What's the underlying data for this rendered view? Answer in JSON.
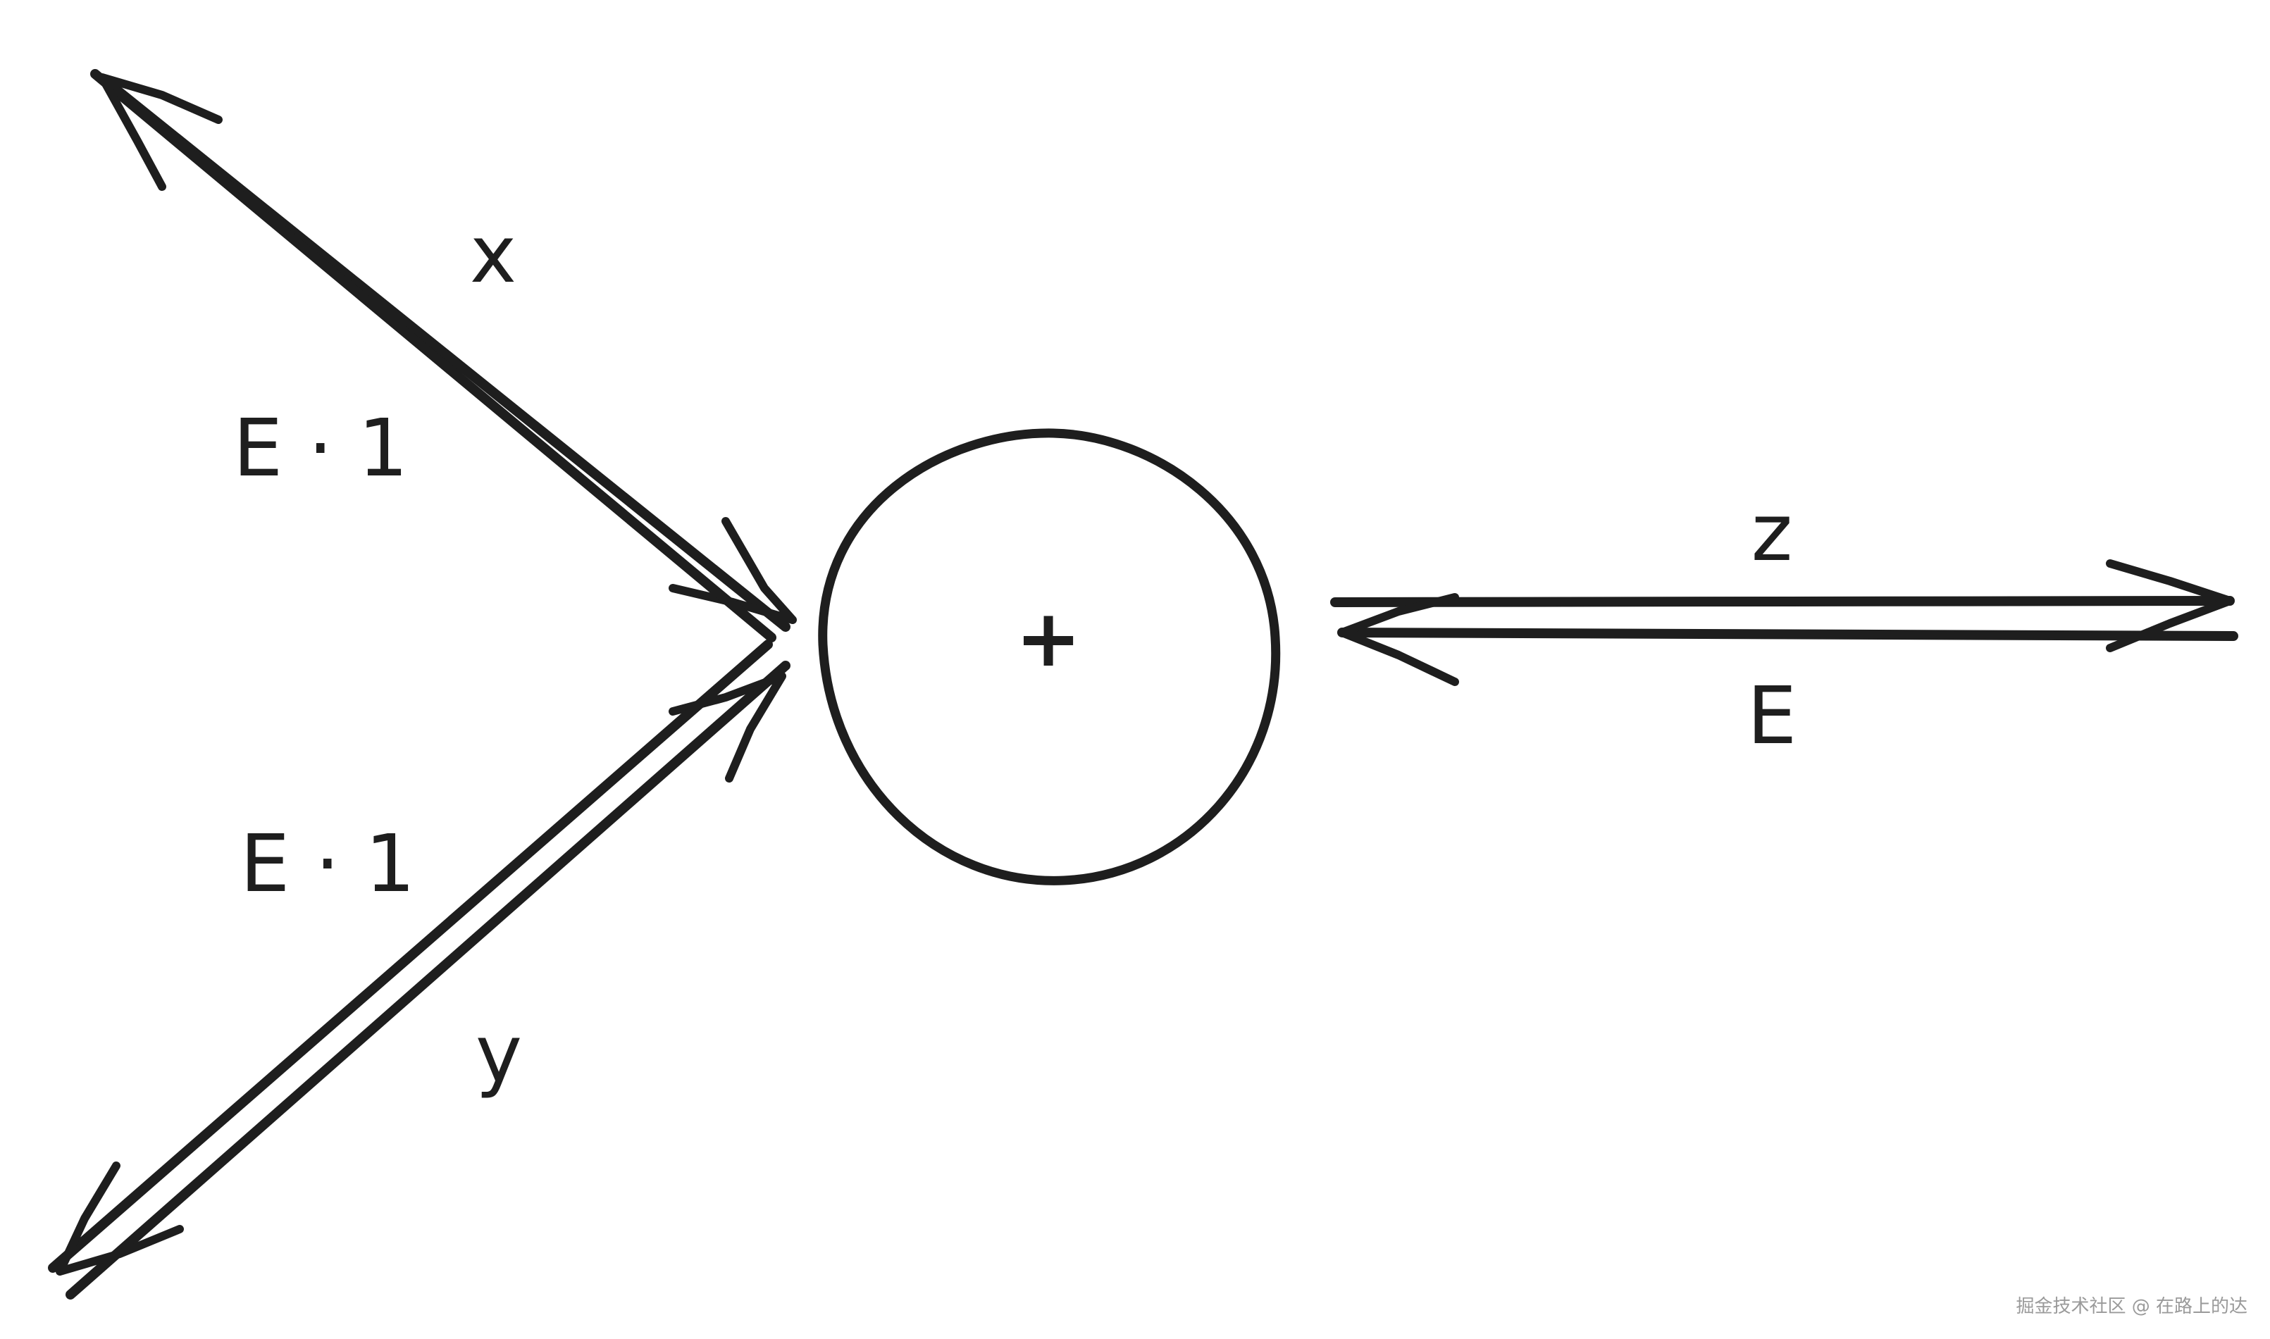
{
  "diagram": {
    "node": {
      "symbol": "+"
    },
    "edges": {
      "x": {
        "forward_label": "x",
        "backward_label": "E · 1"
      },
      "y": {
        "forward_label": "y",
        "backward_label": "E · 1"
      },
      "z": {
        "forward_label": "z",
        "backward_label": "E"
      }
    }
  },
  "watermark": "掘金技术社区 @ 在路上的达"
}
